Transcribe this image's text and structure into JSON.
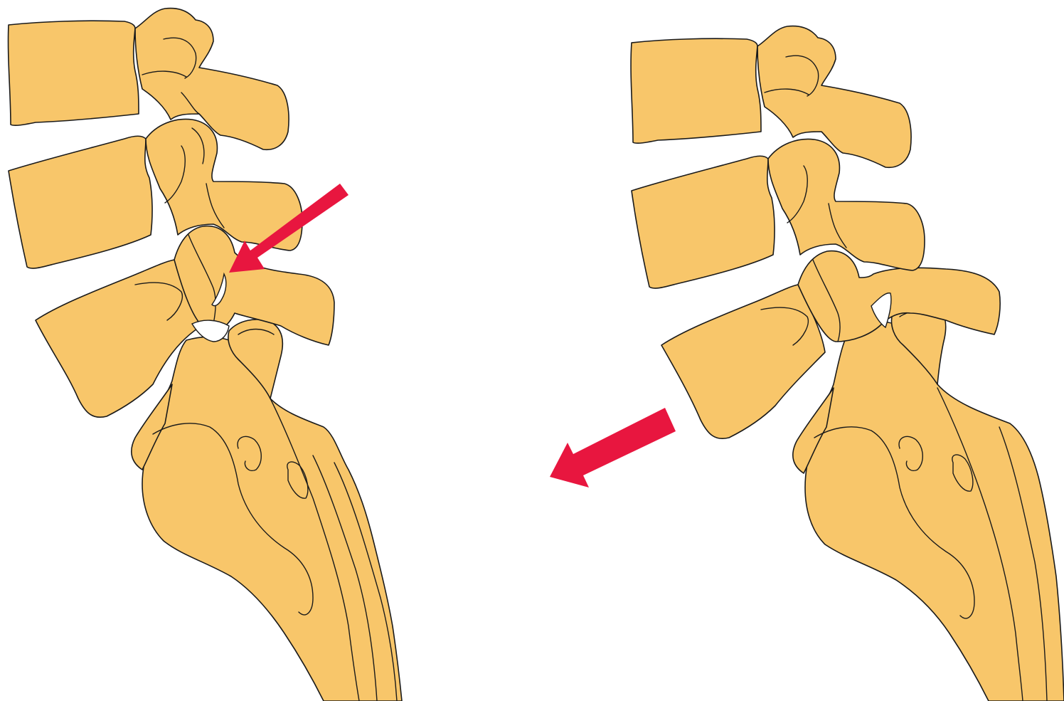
{
  "colors": {
    "bone": "#F8C66A",
    "outline": "#1a1a1a",
    "arrow": "#E8163F",
    "background": "#FFFFFF"
  },
  "panels": [
    {
      "id": "left",
      "description_name": "spine-with-pars-defect"
    },
    {
      "id": "right",
      "description_name": "spine-with-forward-slip"
    }
  ],
  "icons": [
    "arrow-pointing-to-defect-icon",
    "forward-slip-arrow-icon"
  ]
}
